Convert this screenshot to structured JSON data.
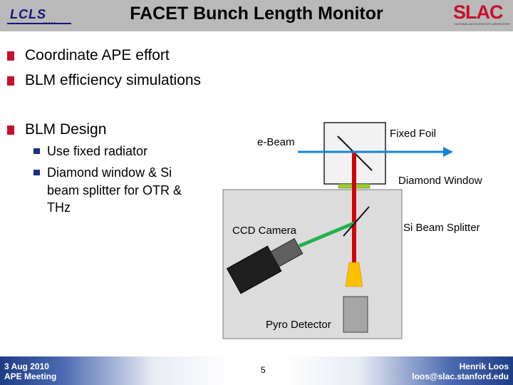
{
  "header": {
    "title": "FACET Bunch Length Monitor",
    "left_logo_text": "LCLS",
    "right_logo_text": "SLAC",
    "right_logo_subtext": "NATIONAL ACCELERATOR LABORATORY"
  },
  "bullets": [
    {
      "text": "Coordinate APE effort"
    },
    {
      "text": "BLM efficiency simulations"
    },
    {
      "text": "BLM Design",
      "sub": [
        {
          "text": "Use fixed radiator"
        },
        {
          "lines": [
            "Diamond window & Si",
            "beam splitter for OTR &",
            "THz"
          ]
        }
      ]
    }
  ],
  "diagram": {
    "labels": {
      "e_beam": "e-Beam",
      "fixed_foil": "Fixed Foil",
      "diamond_window": "Diamond Window",
      "si_beam_splitter": "Si Beam Splitter",
      "ccd_camera": "CCD Camera",
      "pyro_detector": "Pyro Detector"
    },
    "colors": {
      "beam": "#1a82d4",
      "red_path": "#d20000",
      "green_path": "#22b14c",
      "window": "#9acd32",
      "enclosure": "#dcdcdc",
      "chamber": "#f2f2f2",
      "pyro_cone": "#ffc000"
    }
  },
  "footer": {
    "date": "3 Aug 2010",
    "event": "APE Meeting",
    "page": "5",
    "author": "Henrik Loos",
    "email": "loos@slac.stanford.edu"
  }
}
